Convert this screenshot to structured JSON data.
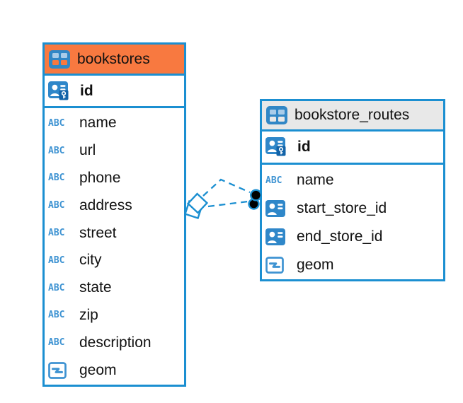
{
  "diagram": {
    "background_color": "#ffffff",
    "accent_color": "#1b8fd1",
    "icons": {
      "text_type": "ABC"
    },
    "tables": [
      {
        "name": "bookstores",
        "header_color": "#f87940",
        "primary_key": "id",
        "columns": [
          {
            "name": "name",
            "type": "text"
          },
          {
            "name": "url",
            "type": "text"
          },
          {
            "name": "phone",
            "type": "text"
          },
          {
            "name": "address",
            "type": "text"
          },
          {
            "name": "street",
            "type": "text"
          },
          {
            "name": "city",
            "type": "text"
          },
          {
            "name": "state",
            "type": "text"
          },
          {
            "name": "zip",
            "type": "text"
          },
          {
            "name": "description",
            "type": "text"
          },
          {
            "name": "geom",
            "type": "geometry"
          }
        ]
      },
      {
        "name": "bookstore_routes",
        "header_color": "#e8e8e8",
        "primary_key": "id",
        "columns": [
          {
            "name": "name",
            "type": "text"
          },
          {
            "name": "start_store_id",
            "type": "foreign-key"
          },
          {
            "name": "end_store_id",
            "type": "foreign-key"
          },
          {
            "name": "geom",
            "type": "geometry"
          }
        ]
      }
    ],
    "relationships": [
      {
        "from_table": "bookstores",
        "to_table": "bookstore_routes",
        "line_style": "dashed",
        "from_endpoint": "diamond",
        "to_endpoint": "filled-circle"
      },
      {
        "from_table": "bookstores",
        "to_table": "bookstore_routes",
        "line_style": "dashed",
        "from_endpoint": "diamond",
        "to_endpoint": "filled-circle"
      }
    ]
  }
}
